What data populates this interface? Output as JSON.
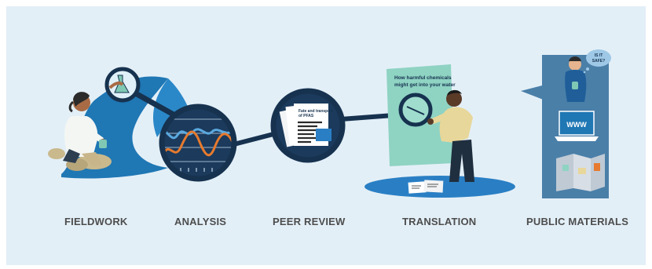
{
  "stages": [
    {
      "id": "fieldwork",
      "label": "FIELDWORK"
    },
    {
      "id": "analysis",
      "label": "ANALYSIS"
    },
    {
      "id": "peer-review",
      "label": "PEER REVIEW"
    },
    {
      "id": "translation",
      "label": "TRANSLATION"
    },
    {
      "id": "public-materials",
      "label": "PUBLIC MATERIALS"
    }
  ],
  "paper": {
    "title_line1": "Fate and transport",
    "title_line2": "of PFAS"
  },
  "poster": {
    "line1": "How harmful chemicals",
    "line2": "might get into your water"
  },
  "public_panel": {
    "thought_line1": "IS IT",
    "thought_line2": "SAFE?",
    "website": "WWW"
  },
  "colors": {
    "background": "#e3eff7",
    "navy": "#16324f",
    "blue": "#2a7fc4",
    "light_blue": "#5ba9e0",
    "teal": "#8fd3c3",
    "orange": "#e67a2e",
    "steel": "#4a7fa8"
  }
}
